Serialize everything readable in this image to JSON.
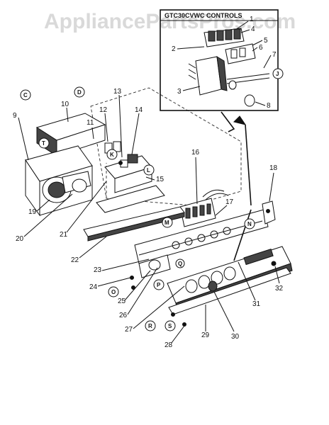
{
  "watermark": "AppliancePartsPros.com",
  "inset": {
    "title": "GTC30CVWC CONTROLS",
    "callouts": [
      "1",
      "2",
      "3",
      "4",
      "5",
      "6",
      "7",
      "8"
    ],
    "circle_letter": "J"
  },
  "callouts": [
    "9",
    "10",
    "11",
    "12",
    "13",
    "14",
    "15",
    "16",
    "17",
    "18",
    "19",
    "20",
    "21",
    "22",
    "23",
    "24",
    "25",
    "26",
    "27",
    "28",
    "29",
    "30",
    "31",
    "32"
  ],
  "circle_letters": [
    "C",
    "D",
    "T",
    "K",
    "L",
    "M",
    "N",
    "O",
    "P",
    "Q",
    "R",
    "S"
  ],
  "footer": {
    "left_code": "",
    "right_code": ""
  }
}
